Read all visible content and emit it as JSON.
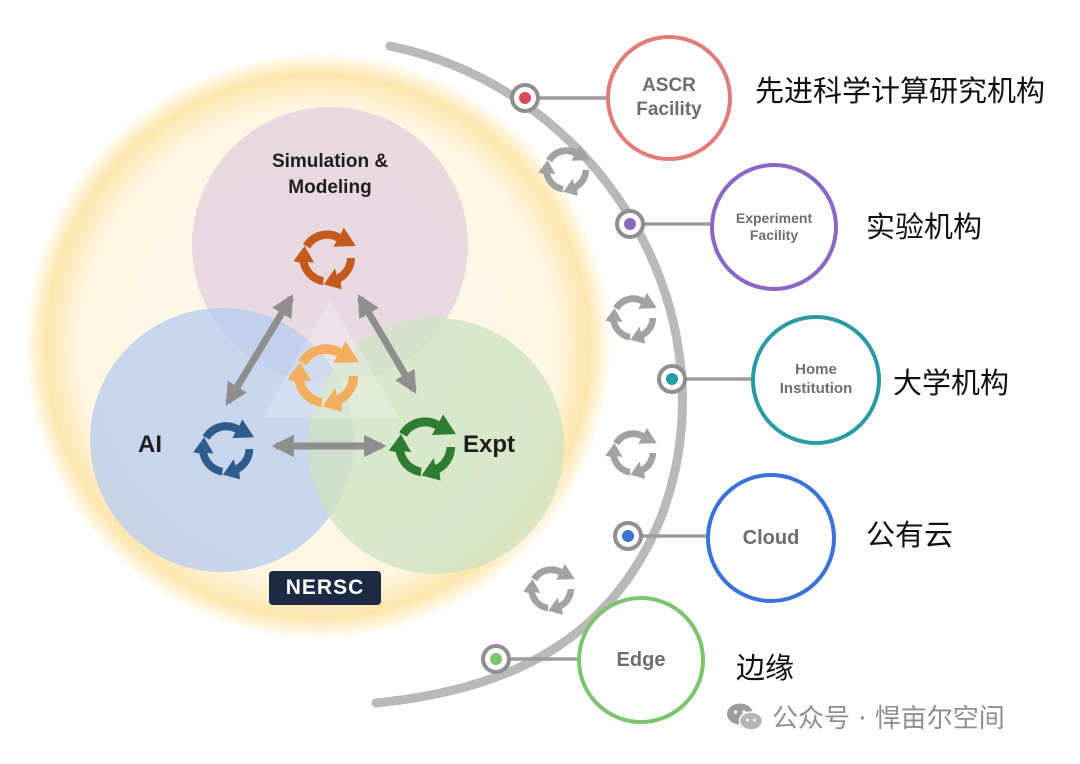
{
  "venn": {
    "simulation": "Simulation &",
    "modeling": "Modeling",
    "ai": "AI",
    "expt": "Expt"
  },
  "badge": "NERSC",
  "facilities": [
    {
      "name": "ASCR Facility",
      "line1": "ASCR",
      "line2": "Facility",
      "label_cn": "先进科学计算研究机构",
      "color": "#e27b7b",
      "dot": "#d94c55"
    },
    {
      "name": "Experiment Facility",
      "line1": "Experiment",
      "line2": "Facility",
      "label_cn": "实验机构",
      "color": "#8a67c4",
      "dot": "#8a67c4"
    },
    {
      "name": "Home Institution",
      "line1": "Home",
      "line2": "Institution",
      "label_cn": "大学机构",
      "color": "#2b9aa3",
      "dot": "#2b9aa3"
    },
    {
      "name": "Cloud",
      "line1": "Cloud",
      "line2": "",
      "label_cn": "公有云",
      "color": "#3a72da",
      "dot": "#3a72da"
    },
    {
      "name": "Edge",
      "line1": "Edge",
      "line2": "",
      "label_cn": "边缘",
      "color": "#7cc46d",
      "dot": "#7cc46d"
    }
  ],
  "watermark": "公众号 · 悍亩尔空间",
  "colors": {
    "glow": "#fbe7b3",
    "sim_circle": "#e4d3de",
    "ai_circle": "#b9cdee",
    "expt_circle": "#cfe2c2",
    "arc": "#b9b9b9",
    "double_arrow": "#8e8e8e"
  },
  "icons": {
    "cycle_sim": "cycle-arrows-orange-icon",
    "cycle_center": "cycle-arrows-light-orange-icon",
    "cycle_ai": "cycle-arrows-blue-icon",
    "cycle_expt": "cycle-arrows-green-icon",
    "cycle_connectors": "cycle-arrows-gray-icon",
    "watermark": "wechat-icon"
  }
}
